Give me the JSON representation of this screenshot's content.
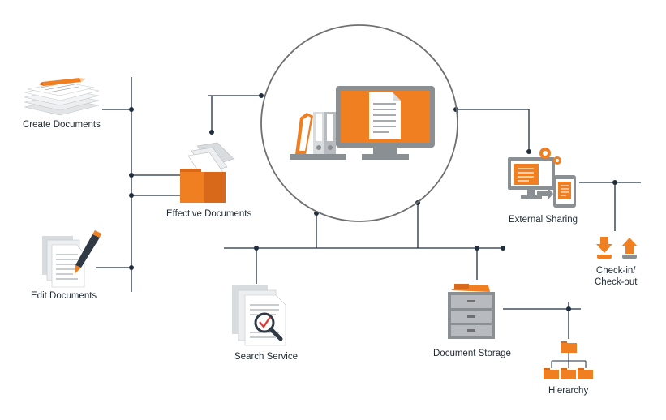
{
  "labels": {
    "create_documents": "Create Documents",
    "edit_documents": "Edit Documents",
    "effective_documents": "Effective Documents",
    "external_sharing": "External Sharing",
    "check_in_line1": "Check-in/",
    "check_in_line2": "Check-out",
    "search_service": "Search Service",
    "document_storage": "Document Storage",
    "hierarchy": "Hierarchy"
  },
  "colors": {
    "orange": "#f07f22",
    "orange_dark": "#d9691a",
    "line": "#1f2d3d",
    "gray": "#8a8f94",
    "gray_light": "#d9dcdf",
    "circle": "#6d6f71"
  },
  "icons": [
    "pencil-paper-stack-icon",
    "edit-document-pen-icon",
    "folder-documents-icon",
    "monitor-document-icon",
    "binders-icon",
    "gears-monitor-icon",
    "download-icon",
    "upload-icon",
    "search-document-icon",
    "file-cabinet-icon",
    "hierarchy-folders-icon"
  ]
}
